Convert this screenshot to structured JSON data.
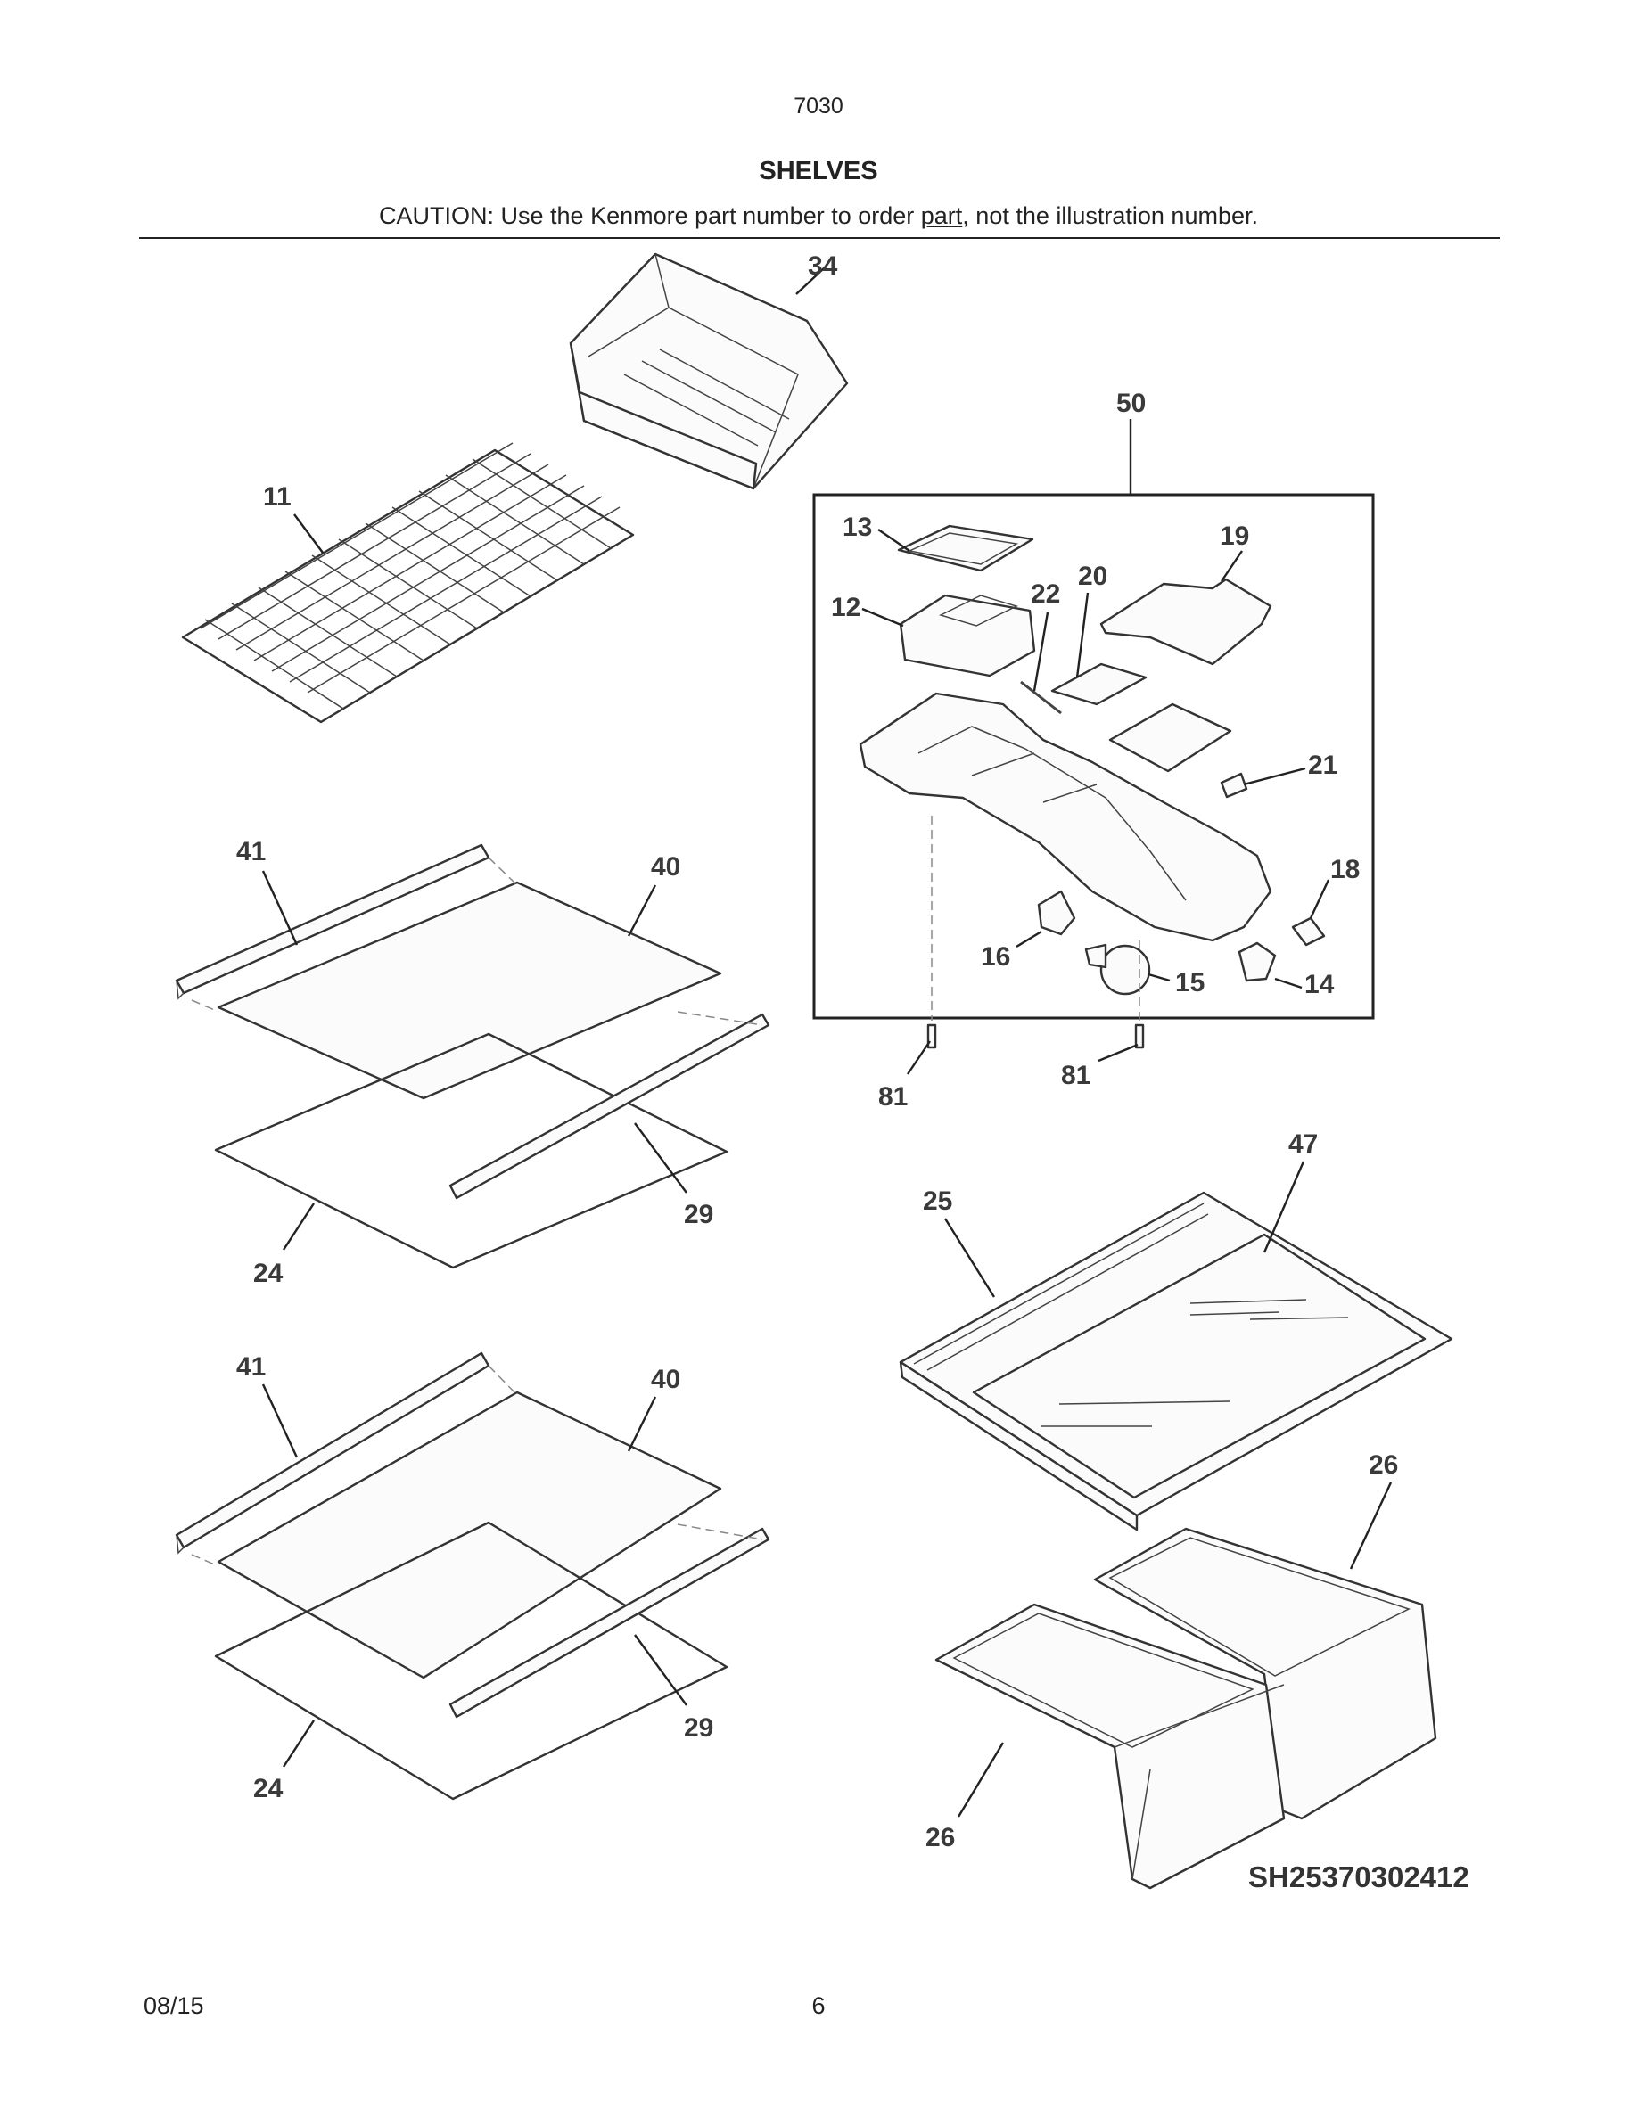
{
  "header": {
    "model": "7030",
    "title": "SHELVES",
    "caution_before": "CAUTION: Use the Kenmore part number to order ",
    "caution_link": "part",
    "caution_after": ", not the illustration number."
  },
  "callouts": {
    "c34": "34",
    "c50": "50",
    "c11": "11",
    "c13": "13",
    "c19": "19",
    "c22": "22",
    "c20": "20",
    "c12": "12",
    "c21": "21",
    "c18": "18",
    "c16": "16",
    "c15": "15",
    "c14": "14",
    "c81a": "81",
    "c81b": "81",
    "c41a": "41",
    "c40a": "40",
    "c29a": "29",
    "c24a": "24",
    "c47": "47",
    "c25": "25",
    "c41b": "41",
    "c40b": "40",
    "c29b": "29",
    "c24b": "24",
    "c26a": "26",
    "c26b": "26"
  },
  "diagram_code": "SH25370302412",
  "footer": {
    "date": "08/15",
    "page": "6"
  }
}
